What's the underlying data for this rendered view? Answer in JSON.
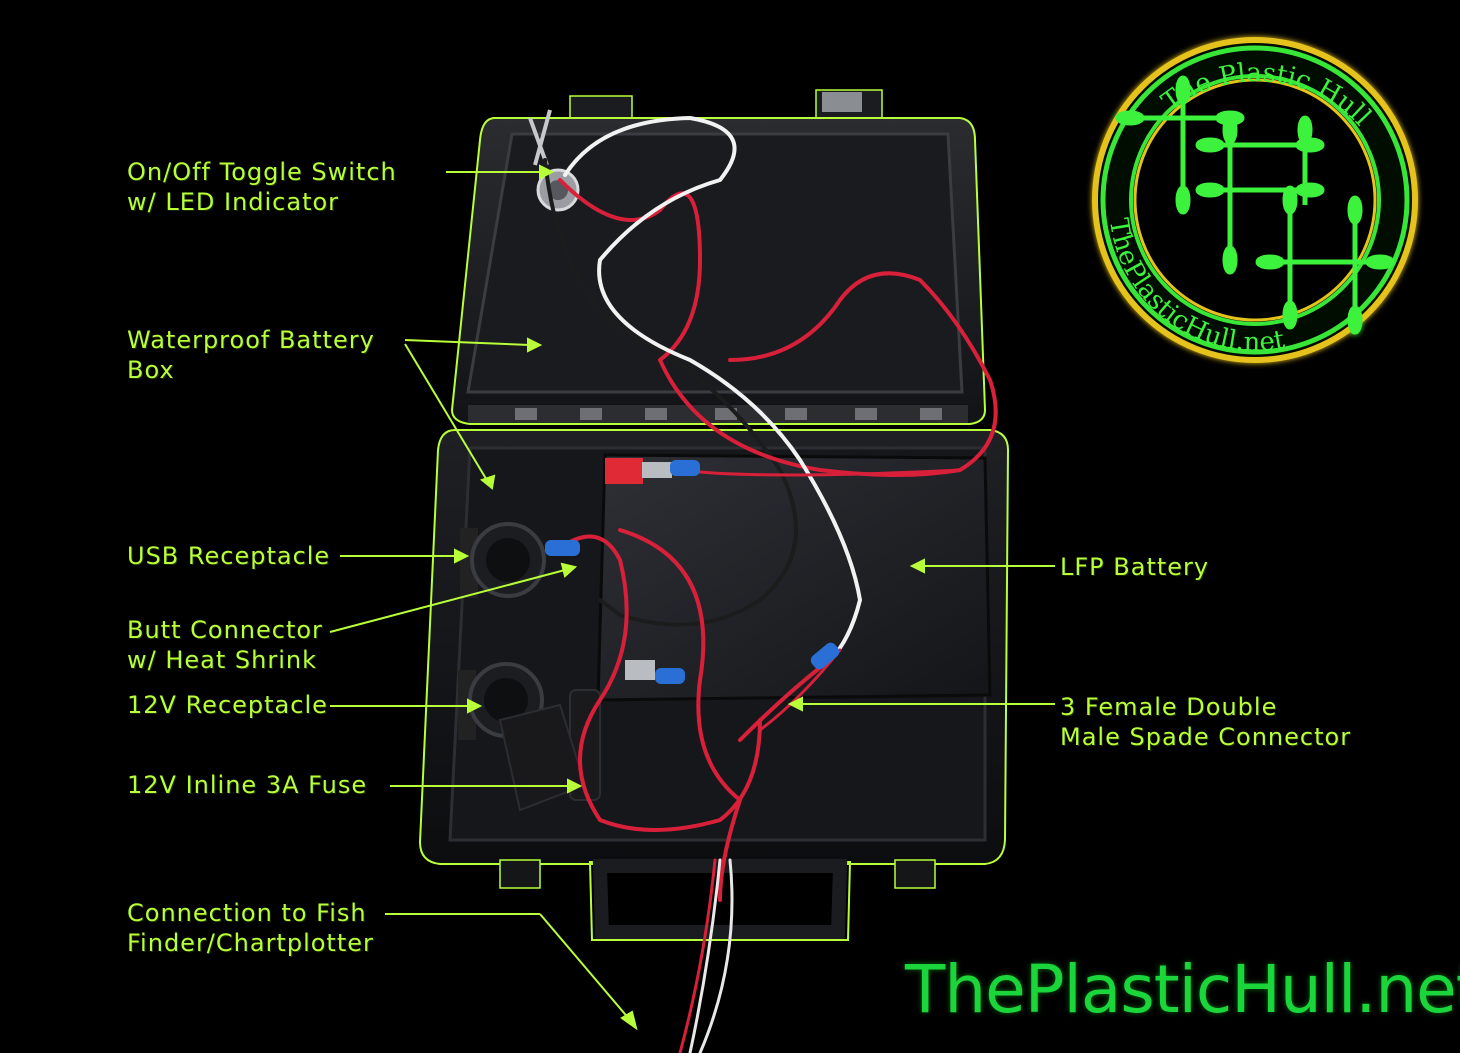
{
  "labels": {
    "toggle_switch": [
      "On/Off Toggle Switch",
      "w/ LED Indicator"
    ],
    "battery_box": [
      "Waterproof Battery",
      "Box"
    ],
    "usb": [
      "USB Receptacle"
    ],
    "butt_connector": [
      "Butt Connector",
      "w/ Heat Shrink"
    ],
    "receptacle_12v": [
      "12V Receptacle"
    ],
    "fuse": [
      "12V Inline 3A Fuse"
    ],
    "connection": [
      "Connection to Fish",
      "Finder/Chartplotter"
    ],
    "lfp": [
      "LFP Battery"
    ],
    "spade": [
      "3 Female Double",
      "Male Spade Connector"
    ]
  },
  "logo": {
    "top_text": "The Plastic Hull",
    "bottom_text": "ThePlasticHull.net"
  },
  "watermark": "ThePlasticHull.net",
  "colors": {
    "annotation": "#b8ff3a",
    "brand_green": "#1bd63a",
    "logo_ring_outer": "#e6c21a",
    "logo_ring_green": "#39e639",
    "wire_red": "#d8203a",
    "wire_white": "#f2f2f2"
  }
}
